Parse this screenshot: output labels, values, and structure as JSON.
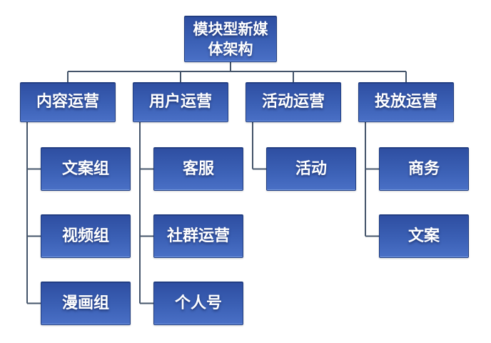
{
  "diagram": {
    "root": {
      "label": "模块型新媒体架构"
    },
    "branches": [
      {
        "label": "内容运营",
        "children": [
          "文案组",
          "视频组",
          "漫画组"
        ]
      },
      {
        "label": "用户运营",
        "children": [
          "客服",
          "社群运营",
          "个人号"
        ]
      },
      {
        "label": "活动运营",
        "children": [
          "活动"
        ]
      },
      {
        "label": "投放运营",
        "children": [
          "商务",
          "文案"
        ]
      }
    ]
  },
  "colors": {
    "node_fill_top": "#2e4ea1",
    "node_fill_mid": "#3b60b5",
    "node_fill_bottom": "#4a70c6",
    "node_border": "#1f3c7f",
    "connector": "#44546a",
    "text": "#ffffff",
    "background": "#ffffff"
  }
}
